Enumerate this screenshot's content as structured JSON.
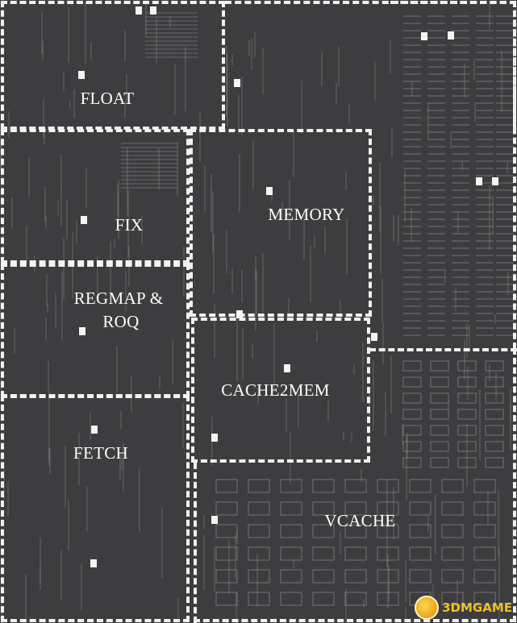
{
  "blocks": {
    "float": {
      "label": "FLOAT"
    },
    "fix": {
      "label": "FIX"
    },
    "memory": {
      "label": "MEMORY"
    },
    "regmap": {
      "label_line1": "REGMAP &",
      "label_line2": "ROQ"
    },
    "cache2mem": {
      "label": "CACHE2MEM"
    },
    "fetch": {
      "label": "FETCH"
    },
    "vcache": {
      "label": "VCACHE"
    }
  },
  "watermark": {
    "text": "3DMGAME"
  },
  "colors": {
    "die_background": "#3d3d3f",
    "border": "#f2f2f2",
    "label": "#ffffff",
    "circuitry": "#9a9a9c"
  }
}
